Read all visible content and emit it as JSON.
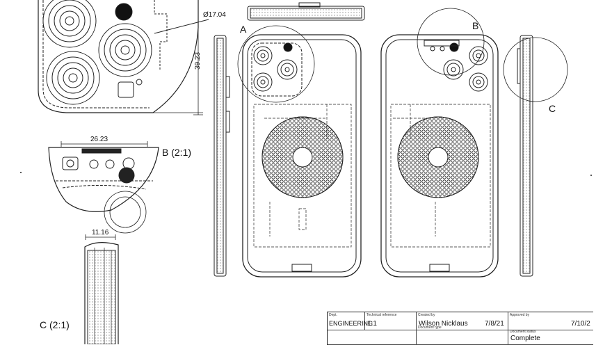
{
  "labels": {
    "detail_a": "A",
    "detail_b": "B",
    "detail_c": "C",
    "detail_b_scale": "B (2:1)",
    "detail_c_scale": "C (2:1)"
  },
  "dimensions": {
    "lens_diameter": "Ø17.04",
    "camera_height": "39.23",
    "sensor_width": "26.23",
    "edge_thickness": "11.16"
  },
  "title_block": {
    "dept_head": "Dept.",
    "dept": "ENGINEERING",
    "tech_ref_head": "Technical reference",
    "tech_ref": "1:1",
    "created_by_head": "Created by",
    "created_by": "Wilson Nicklaus",
    "created_date": "7/8/21",
    "approved_by_head": "Approved by",
    "approved_date": "7/10/2",
    "doc_type_head": "Document type",
    "doc_status_head": "Document status",
    "doc_status": "Complete"
  },
  "colors": {
    "line": "#222222",
    "coil": "#333333",
    "paper": "#ffffff"
  }
}
